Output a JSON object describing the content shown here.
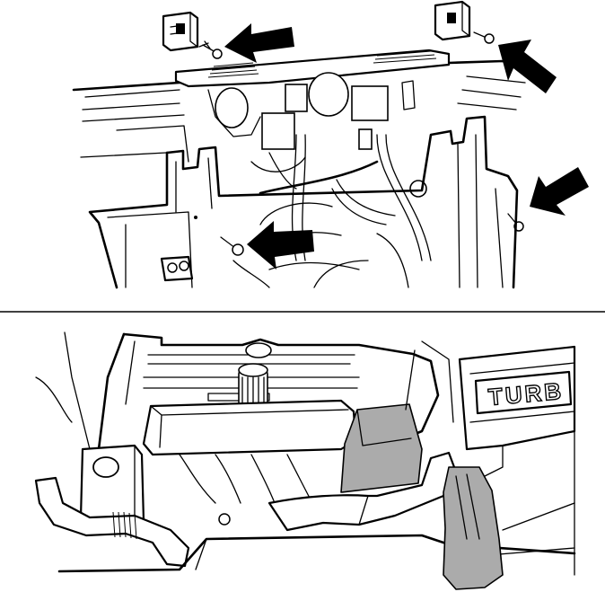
{
  "figure": {
    "top_panel": {
      "arrows": [
        "arrow-top-left",
        "arrow-top-right",
        "arrow-right",
        "arrow-bottom-left"
      ],
      "parts": [
        "clip-left",
        "clip-right",
        "screw-left",
        "screw-right",
        "screw-lower-left",
        "screw-lower-right",
        "cover-panel",
        "fan-shroud",
        "cooling-fan"
      ]
    },
    "bottom_panel": {
      "engine_lettering": "TURB",
      "highlighted_parts": [
        "air-intake-box",
        "intake-hose"
      ],
      "highlight_color": "#ababab"
    }
  }
}
